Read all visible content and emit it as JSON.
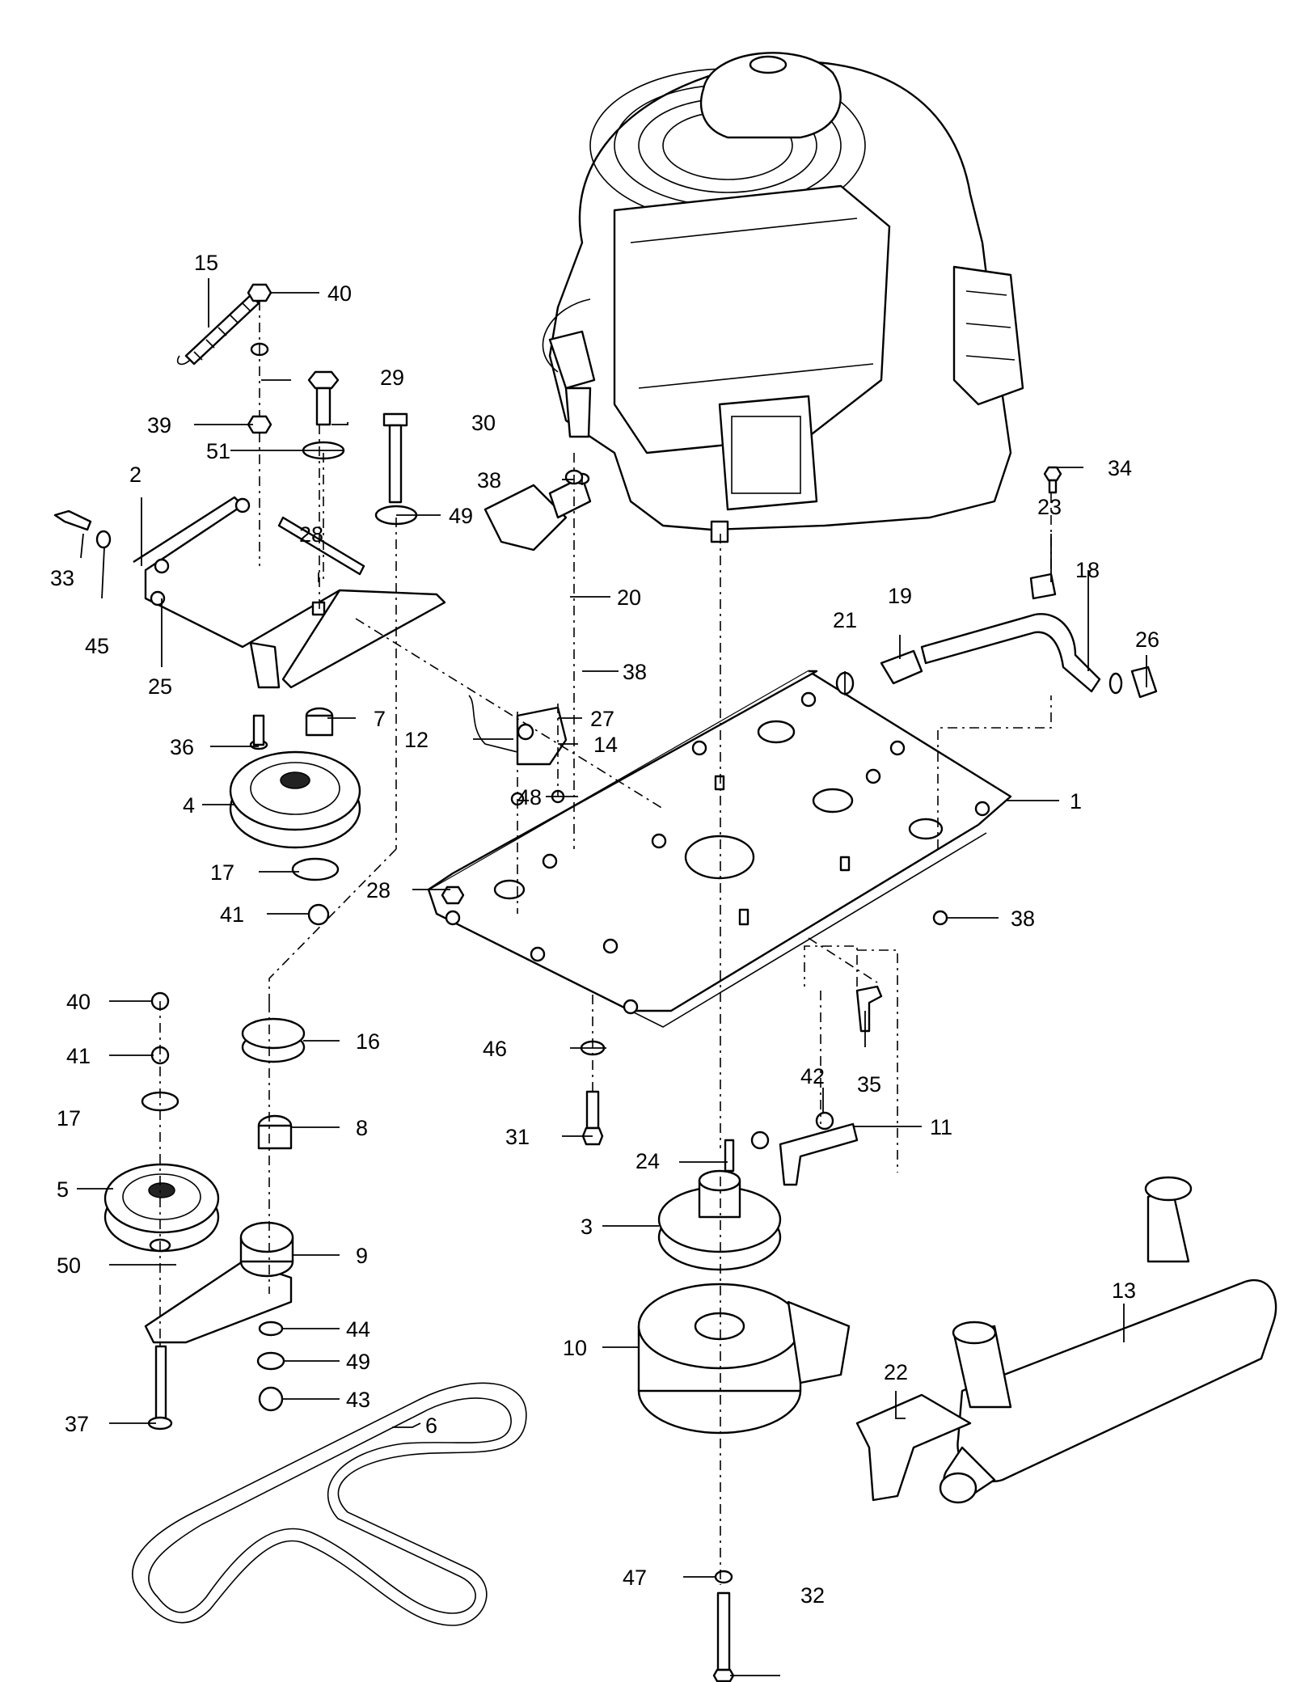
{
  "callouts": [
    {
      "id": "1",
      "text": "1"
    },
    {
      "id": "2",
      "text": "2"
    },
    {
      "id": "3",
      "text": "3"
    },
    {
      "id": "4",
      "text": "4"
    },
    {
      "id": "5",
      "text": "5"
    },
    {
      "id": "6",
      "text": "6"
    },
    {
      "id": "7",
      "text": "7"
    },
    {
      "id": "8",
      "text": "8"
    },
    {
      "id": "9",
      "text": "9"
    },
    {
      "id": "10",
      "text": "10"
    },
    {
      "id": "11",
      "text": "11"
    },
    {
      "id": "12",
      "text": "12"
    },
    {
      "id": "13",
      "text": "13"
    },
    {
      "id": "14",
      "text": "14"
    },
    {
      "id": "15",
      "text": "15"
    },
    {
      "id": "16",
      "text": "16"
    },
    {
      "id": "17a",
      "text": "17"
    },
    {
      "id": "17b",
      "text": "17"
    },
    {
      "id": "18",
      "text": "18"
    },
    {
      "id": "19",
      "text": "19"
    },
    {
      "id": "20",
      "text": "20"
    },
    {
      "id": "21",
      "text": "21"
    },
    {
      "id": "22",
      "text": "22"
    },
    {
      "id": "23",
      "text": "23"
    },
    {
      "id": "24",
      "text": "24"
    },
    {
      "id": "25",
      "text": "25"
    },
    {
      "id": "26",
      "text": "26"
    },
    {
      "id": "27",
      "text": "27"
    },
    {
      "id": "28a",
      "text": "28"
    },
    {
      "id": "28b",
      "text": "28"
    },
    {
      "id": "29",
      "text": "29"
    },
    {
      "id": "30",
      "text": "30"
    },
    {
      "id": "31",
      "text": "31"
    },
    {
      "id": "32",
      "text": "32"
    },
    {
      "id": "33",
      "text": "33"
    },
    {
      "id": "34",
      "text": "34"
    },
    {
      "id": "35",
      "text": "35"
    },
    {
      "id": "36",
      "text": "36"
    },
    {
      "id": "37",
      "text": "37"
    },
    {
      "id": "38a",
      "text": "38"
    },
    {
      "id": "38b",
      "text": "38"
    },
    {
      "id": "38c",
      "text": "38"
    },
    {
      "id": "39",
      "text": "39"
    },
    {
      "id": "40a",
      "text": "40"
    },
    {
      "id": "40b",
      "text": "40"
    },
    {
      "id": "41a",
      "text": "41"
    },
    {
      "id": "41b",
      "text": "41"
    },
    {
      "id": "42",
      "text": "42"
    },
    {
      "id": "43",
      "text": "43"
    },
    {
      "id": "44",
      "text": "44"
    },
    {
      "id": "45",
      "text": "45"
    },
    {
      "id": "46",
      "text": "46"
    },
    {
      "id": "47",
      "text": "47"
    },
    {
      "id": "48",
      "text": "48"
    },
    {
      "id": "49a",
      "text": "49"
    },
    {
      "id": "49b",
      "text": "49"
    },
    {
      "id": "50",
      "text": "50"
    },
    {
      "id": "51",
      "text": "51"
    }
  ]
}
